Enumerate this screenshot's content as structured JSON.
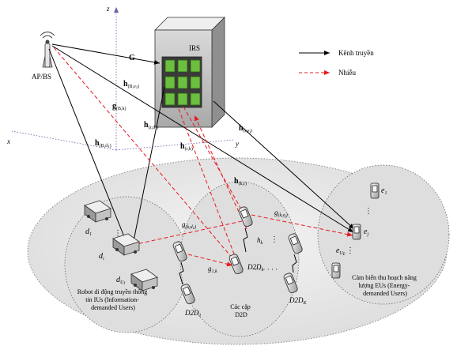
{
  "legend": {
    "channel_label": "Kênh truyền",
    "interference_label": "Nhiễu",
    "channel_color": "#000000",
    "interference_color": "#e8191f"
  },
  "nodes": {
    "ap": "AP/BS",
    "irs": "IRS"
  },
  "axes": {
    "x": "x",
    "y": "y",
    "z": "z"
  },
  "links": {
    "G": "G",
    "h_B_e1_main": "h",
    "h_B_e1_sub": "(B,e",
    "h_B_e1_subsub": "1",
    "h_B_e1_close": ")",
    "g_B_k_main": "g",
    "g_B_k_sub": "(B,k)",
    "h_r_d1_main": "h",
    "h_r_d1_sub": "(r,d",
    "h_r_d1_subsub": "1",
    "h_r_d1_close": ")",
    "h_r_ej_main": "h",
    "h_r_ej_sub": "(r,e",
    "h_r_ej_subsub": "j",
    "h_r_ej_close": ")",
    "h_r_k_main": "h",
    "h_r_k_sub": "(r,k)",
    "h_B_d1_main": "h",
    "h_B_d1_sub": "(B,d",
    "h_B_d1_subsub": "1",
    "h_B_d1_close": ")",
    "h_k_r_main": "h",
    "h_k_r_sub": "(k,r)",
    "g_k_ej_main": "g",
    "g_k_ej_sub": "(k,e",
    "g_k_ej_subsub": "j",
    "g_k_ej_close": ")",
    "g_k_d1_main": "g",
    "g_k_d1_sub": "(k,d",
    "g_k_d1_subsub": "1",
    "g_k_d1_close": ")",
    "hk_main": "h",
    "hk_sub": "k",
    "g1k_main": "g",
    "g1k_sub": "1,k"
  },
  "ius": {
    "d1_main": "d",
    "d1_sub": "1",
    "di_main": "d",
    "di_sub": "i",
    "dui_main": "d",
    "dui_sub": "U",
    "dui_subsub": "I",
    "caption": [
      "Robot di động truyền thông",
      "tin IUs (Information-",
      "demanded Users)"
    ]
  },
  "d2d": {
    "d2d1_main": "D2D",
    "d2d1_sub": "1",
    "d2dk_main": "D2D",
    "d2dk_sub": "k",
    "d2dK_main": "D2D",
    "d2dK_sub": "K",
    "caption": [
      "Các cặp",
      "D2D"
    ],
    "dots_h": "· · · · · ·",
    "dots_v": "⋮"
  },
  "eus": {
    "e1_main": "e",
    "e1_sub": "1",
    "ej_main": "e",
    "ej_sub": "j",
    "eue_main": "e",
    "eue_sub": "U",
    "eue_subsub": "E",
    "caption": [
      "Cảm biến thu hoạch năng",
      "lượng EUs (Energy-",
      "demanded Users)"
    ]
  }
}
